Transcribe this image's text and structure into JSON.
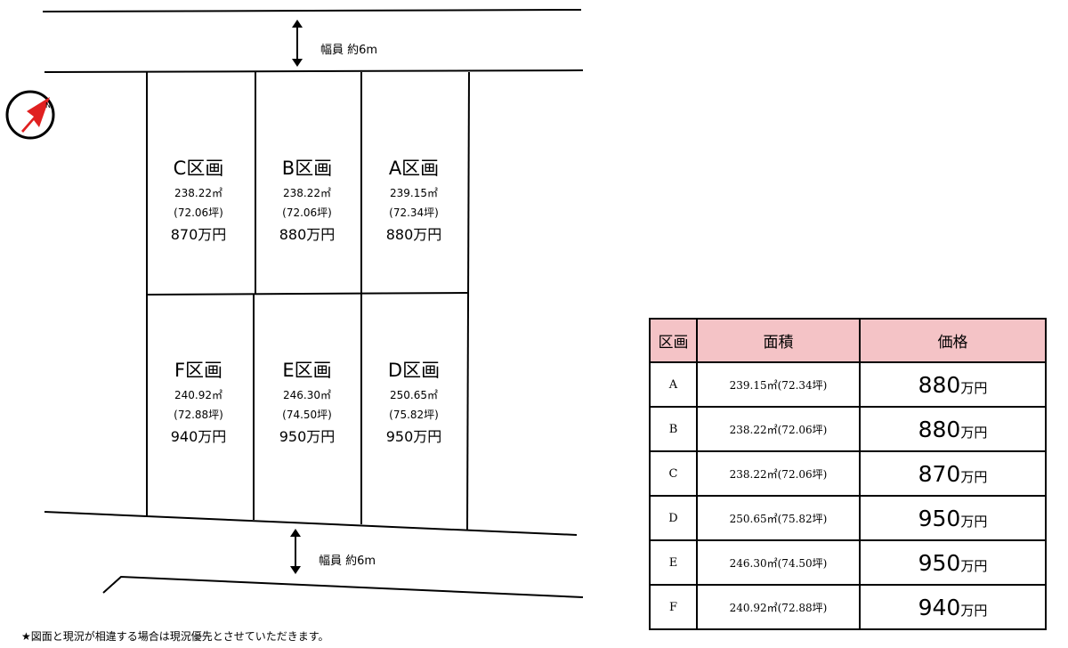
{
  "road_width_label": "幅員 約6m",
  "plots": [
    {
      "name": "C区画",
      "area": "238.22㎡",
      "tsubo": "(72.06坪)",
      "price": "870万円"
    },
    {
      "name": "B区画",
      "area": "238.22㎡",
      "tsubo": "(72.06坪)",
      "price": "880万円"
    },
    {
      "name": "A区画",
      "area": "239.15㎡",
      "tsubo": "(72.34坪)",
      "price": "880万円"
    },
    {
      "name": "F区画",
      "area": "240.92㎡",
      "tsubo": "(72.88坪)",
      "price": "940万円"
    },
    {
      "name": "E区画",
      "area": "246.30㎡",
      "tsubo": "(74.50坪)",
      "price": "950万円"
    },
    {
      "name": "D区画",
      "area": "250.65㎡",
      "tsubo": "(75.82坪)",
      "price": "950万円"
    }
  ],
  "compass": {
    "letter": "N",
    "color": "#e02020"
  },
  "table": {
    "headers": [
      "区画",
      "面積",
      "価格"
    ],
    "header_bg": "#f4c3c6",
    "unit": "万円",
    "rows": [
      {
        "plot": "A",
        "area": "239.15㎡(72.34坪)",
        "price": "880"
      },
      {
        "plot": "B",
        "area": "238.22㎡(72.06坪)",
        "price": "880"
      },
      {
        "plot": "C",
        "area": "238.22㎡(72.06坪)",
        "price": "870"
      },
      {
        "plot": "D",
        "area": "250.65㎡(75.82坪)",
        "price": "950"
      },
      {
        "plot": "E",
        "area": "246.30㎡(74.50坪)",
        "price": "950"
      },
      {
        "plot": "F",
        "area": "240.92㎡(72.88坪)",
        "price": "940"
      }
    ]
  },
  "footnote": "★図面と現況が相違する場合は現況優先とさせていただきます。"
}
